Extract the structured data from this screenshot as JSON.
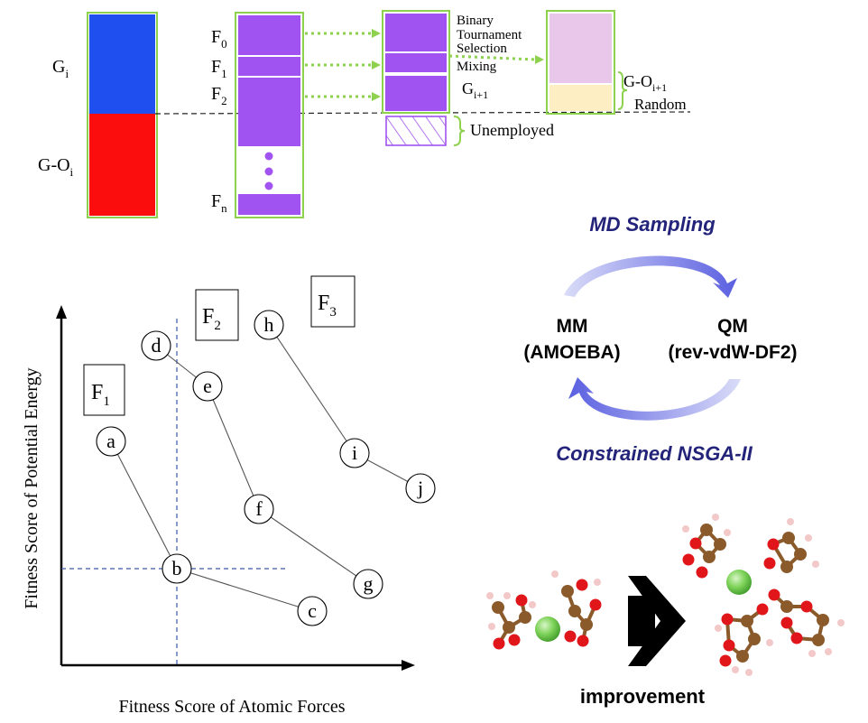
{
  "population": {
    "gi_label": "G",
    "gi_sub": "i",
    "goi_label": "G-O",
    "goi_sub": "i",
    "colors": {
      "gi": "#1f4fef",
      "goi": "#fb0d0d",
      "front": "#a053f0",
      "frame": "#8ed14f",
      "next_top": "#e8c7ea",
      "next_random": "#fdeec4",
      "arrow": "#8ed14f"
    }
  },
  "fronts_column": {
    "labels": [
      {
        "base": "F",
        "sub": "0"
      },
      {
        "base": "F",
        "sub": "1"
      },
      {
        "base": "F",
        "sub": "2"
      },
      {
        "base": "F",
        "sub": "n"
      }
    ]
  },
  "selection": {
    "binary": "Binary",
    "tournament": "Tournament",
    "selection": "Selection",
    "mixing": "Mixing",
    "gi1_label": "G",
    "gi1_sub": "i+1",
    "unemployed": "Unemployed",
    "goi1_label": "G-O",
    "goi1_sub": "i+1",
    "random": "Random"
  },
  "cycle": {
    "top": "MD Sampling",
    "bottom": "Constrained NSGA-II",
    "left_line1": "MM",
    "left_line2": "(AMOEBA)",
    "right_line1": "QM",
    "right_line2": "(rev-vdW-DF2)",
    "arrow_color": "#5a5fe0"
  },
  "pareto": {
    "ylabel": "Fitness Score of Potential Energy",
    "xlabel": "Fitness Score of Atomic Forces",
    "front_labels": [
      {
        "base": "F",
        "sub": "1"
      },
      {
        "base": "F",
        "sub": "2"
      },
      {
        "base": "F",
        "sub": "3"
      }
    ],
    "points": [
      "a",
      "b",
      "c",
      "d",
      "e",
      "f",
      "g",
      "h",
      "i",
      "j"
    ]
  },
  "molecules": {
    "caption": "improvement",
    "atom_colors": {
      "carbon": "#8b5a2b",
      "oxygen": "#e0161a",
      "hydrogen": "#f2c8c8",
      "ion": "#66cc44"
    }
  }
}
